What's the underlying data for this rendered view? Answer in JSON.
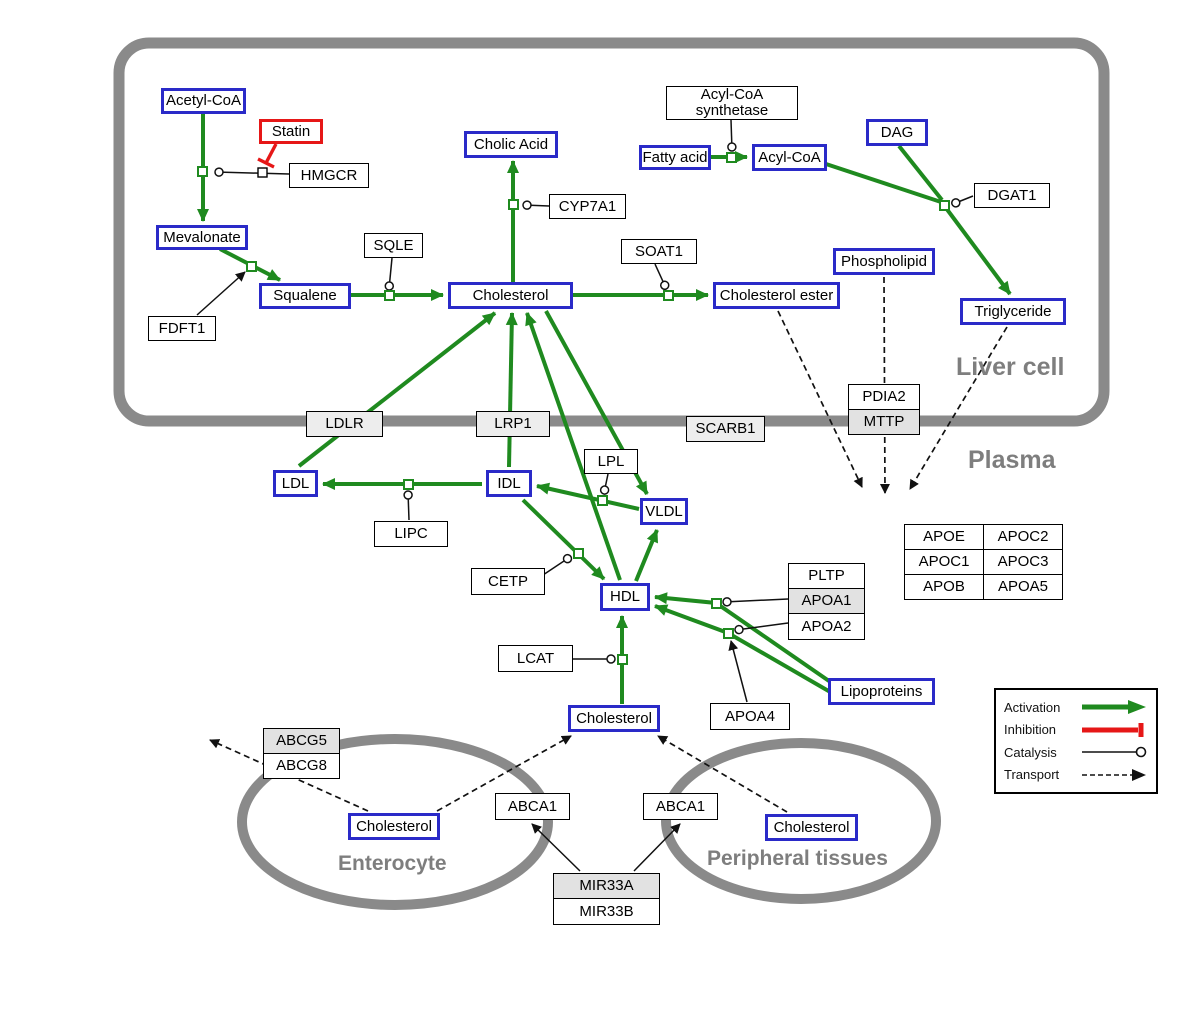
{
  "regions": {
    "liver_cell": "Liver cell",
    "plasma": "Plasma",
    "enterocyte": "Enterocyte",
    "peripheral_tissues": "Peripheral tissues"
  },
  "nodes": {
    "acetyl_coa": "Acetyl-CoA",
    "statin": "Statin",
    "hmgcr": "HMGCR",
    "mevalonate": "Mevalonate",
    "fdft1": "FDFT1",
    "squalene": "Squalene",
    "sqle": "SQLE",
    "cholic_acid": "Cholic Acid",
    "cyp7a1": "CYP7A1",
    "cholesterol_liver": "Cholesterol",
    "soat1": "SOAT1",
    "cholesterol_ester": "Cholesterol ester",
    "acyl_coa_synthetase": "Acyl-CoA synthetase",
    "fatty_acid": "Fatty acid",
    "acyl_coa": "Acyl-CoA",
    "dag": "DAG",
    "dgat1": "DGAT1",
    "phospholipid": "Phospholipid",
    "triglyceride": "Triglyceride",
    "ldlr": "LDLR",
    "lrp1": "LRP1",
    "scarb1": "SCARB1",
    "pdia2": "PDIA2",
    "mttp": "MTTP",
    "ldl": "LDL",
    "idl": "IDL",
    "lipc": "LIPC",
    "lpl": "LPL",
    "vldl": "VLDL",
    "cetp": "CETP",
    "hdl": "HDL",
    "pltp": "PLTP",
    "apoa1": "APOA1",
    "apoa2": "APOA2",
    "lcat": "LCAT",
    "apoa4": "APOA4",
    "lipoproteins": "Lipoproteins",
    "apoe": "APOE",
    "apoc2": "APOC2",
    "apoc1": "APOC1",
    "apoc3": "APOC3",
    "apob": "APOB",
    "apoa5": "APOA5",
    "cholesterol_plasma": "Cholesterol",
    "abcg5": "ABCG5",
    "abcg8": "ABCG8",
    "cholesterol_enterocyte": "Cholesterol",
    "abca1_enterocyte": "ABCA1",
    "abca1_peripheral": "ABCA1",
    "cholesterol_peripheral": "Cholesterol",
    "mir33a": "MIR33A",
    "mir33b": "MIR33B"
  },
  "legend": {
    "activation": "Activation",
    "inhibition": "Inhibition",
    "catalysis": "Catalysis",
    "transport": "Transport"
  },
  "colors": {
    "activation": "#1f8a1f",
    "inhibition": "#e61717",
    "metabolite_border": "#2a2ac8",
    "gene_border": "#000000",
    "membrane": "#8a8a8a"
  }
}
